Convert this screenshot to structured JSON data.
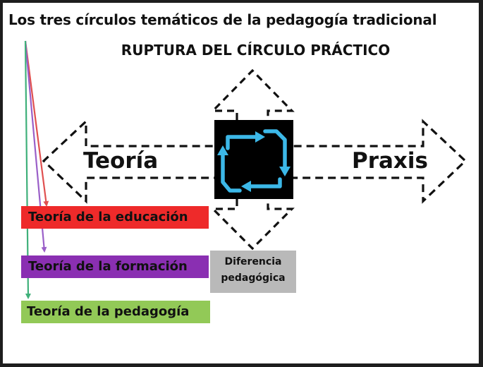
{
  "title": "Los tres círculos temáticos de la pedagogía tradicional",
  "subtitle": "RUPTURA DEL CÍRCULO PRÁCTICO",
  "arrows": {
    "left_label": "Teoría",
    "right_label": "Praxis"
  },
  "bars": [
    {
      "label": "Teoría de la educación",
      "color": "#ee2a2a"
    },
    {
      "label": "Teoría de la formación",
      "color": "#8a2fb2"
    },
    {
      "label": "Teoría de la pedagogía",
      "color": "#92c957"
    }
  ],
  "diferencia": "Diferencia\npedagógica",
  "colors": {
    "cycle_square": "#000000",
    "cycle_arrows": "#3cb8e8",
    "connector_red": "#e05050",
    "connector_purple": "#9a5fc8",
    "connector_green": "#3fb07a"
  }
}
